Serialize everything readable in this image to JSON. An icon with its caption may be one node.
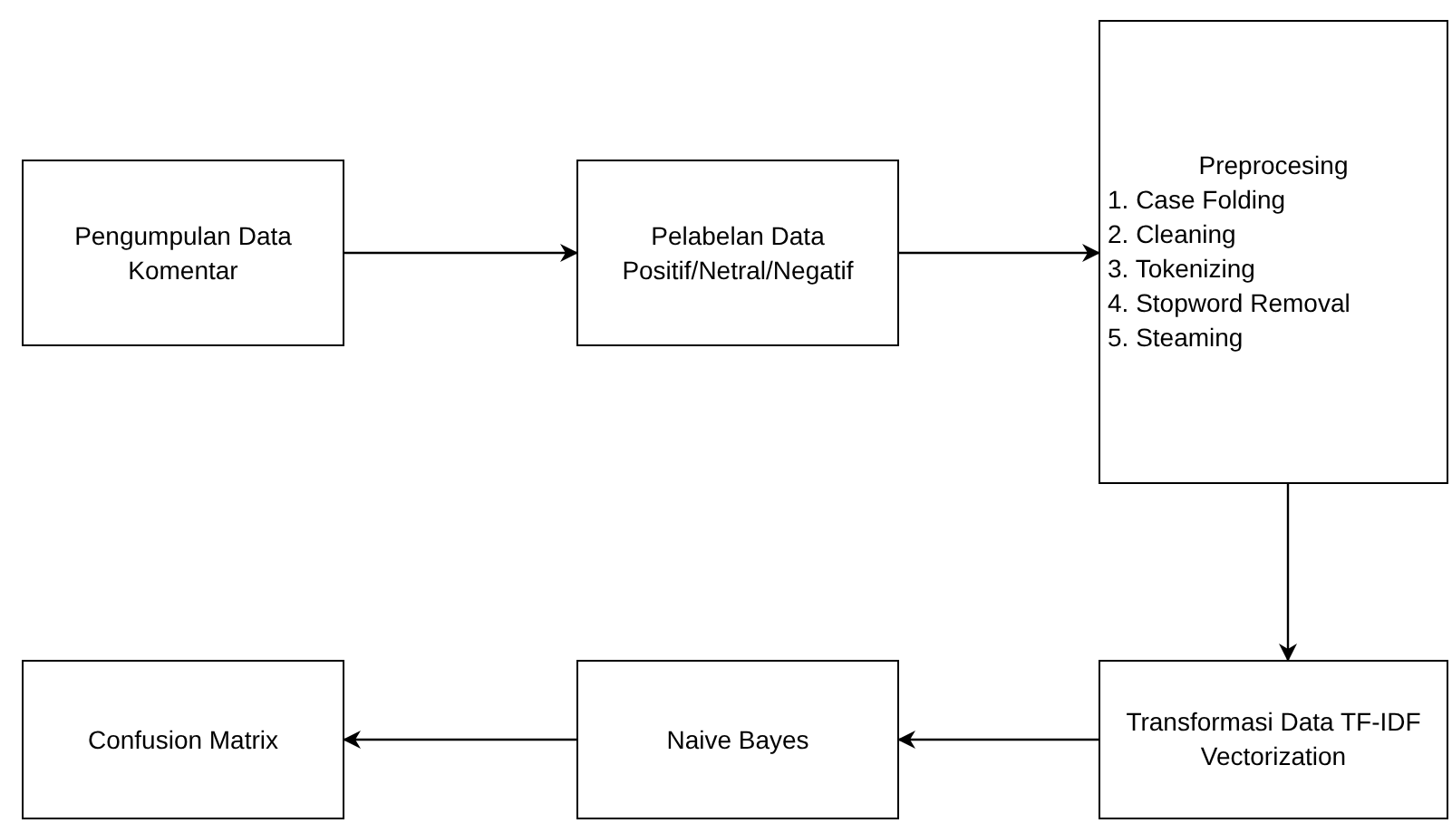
{
  "diagram": {
    "nodes": [
      {
        "text": [
          "Pengumpulan Data Komentar"
        ]
      },
      {
        "text": [
          "Pelabelan Data Positif/Netral/Negatif"
        ]
      },
      {
        "text": [
          "Preprocesing",
          "1. Case Folding",
          "2. Cleaning",
          "3. Tokenizing",
          "4. Stopword Removal",
          "5. Steaming"
        ]
      },
      {
        "text": [
          "Transformasi Data TF-IDF Vectorization"
        ]
      },
      {
        "text": [
          "Naive Bayes"
        ]
      },
      {
        "text": [
          "Confusion Matrix"
        ]
      }
    ],
    "edges": [
      {
        "from": 0,
        "to": 1,
        "arrow": "to"
      },
      {
        "from": 1,
        "to": 2,
        "arrow": "to"
      },
      {
        "from": 2,
        "to": 3,
        "arrow": "to"
      },
      {
        "from": 3,
        "to": 4,
        "arrow": "to"
      },
      {
        "from": 4,
        "to": 5,
        "arrow": "to"
      }
    ]
  }
}
